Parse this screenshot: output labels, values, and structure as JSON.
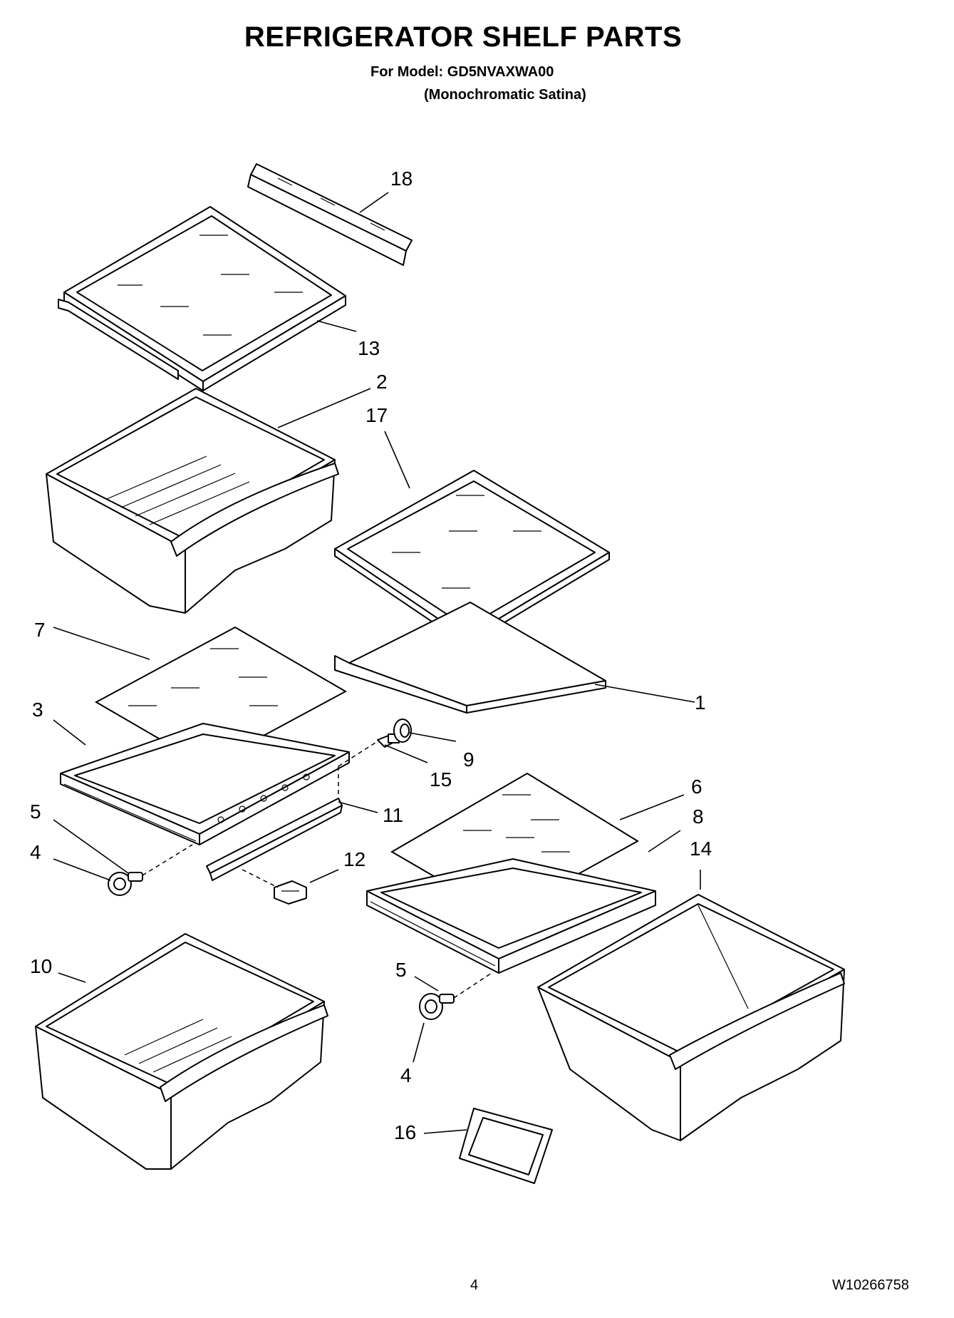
{
  "header": {
    "title": "REFRIGERATOR SHELF PARTS",
    "model_line": "For Model: GD5NVAXWA00",
    "variant_line": "(Monochromatic Satina)"
  },
  "callouts": {
    "c1": "1",
    "c2": "2",
    "c3": "3",
    "c4a": "4",
    "c4b": "4",
    "c5a": "5",
    "c5b": "5",
    "c6": "6",
    "c7": "7",
    "c8": "8",
    "c9": "9",
    "c10": "10",
    "c11": "11",
    "c12": "12",
    "c13": "13",
    "c14": "14",
    "c15": "15",
    "c16": "16",
    "c17": "17",
    "c18": "18"
  },
  "footer": {
    "page_number": "4",
    "document_number": "W10266758"
  }
}
